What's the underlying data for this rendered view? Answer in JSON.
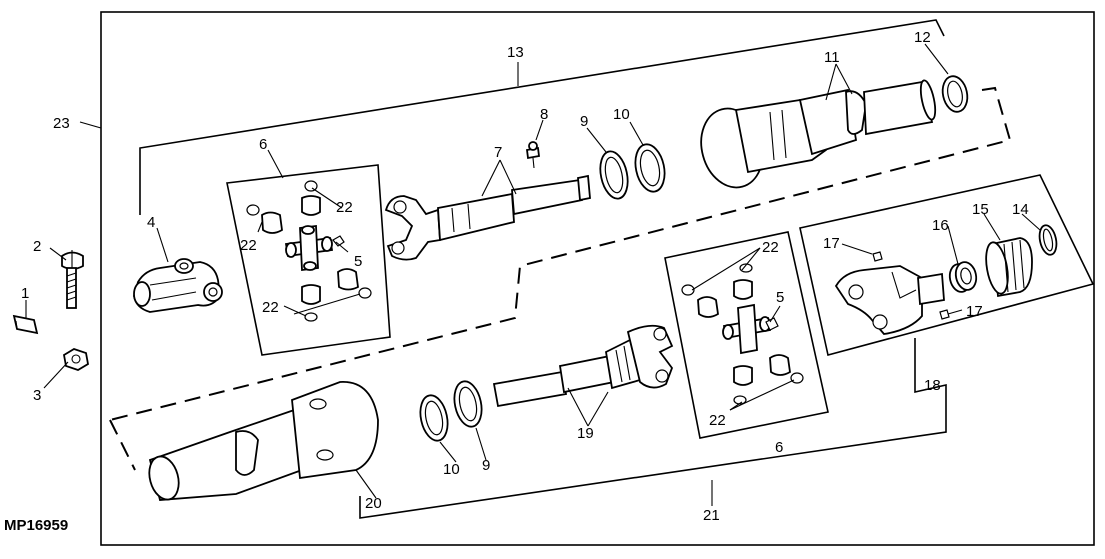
{
  "figure_code": "MP16959",
  "labels": {
    "l1": "1",
    "l2": "2",
    "l3": "3",
    "l4": "4",
    "l5a": "5",
    "l5b": "5",
    "l6a": "6",
    "l6b": "6",
    "l7": "7",
    "l8": "8",
    "l9a": "9",
    "l9b": "9",
    "l10a": "10",
    "l10b": "10",
    "l11": "11",
    "l12": "12",
    "l13": "13",
    "l14": "14",
    "l15": "15",
    "l16": "16",
    "l17a": "17",
    "l17b": "17",
    "l18": "18",
    "l19": "19",
    "l20": "20",
    "l21": "21",
    "l22a": "22",
    "l22b": "22",
    "l22c": "22",
    "l22d": "22",
    "l22e": "22",
    "l23": "23"
  },
  "icons": {
    "key": "key-part-icon",
    "bolt": "bolt-part-icon",
    "nut": "nut-part-icon",
    "yoke": "yoke-part-icon",
    "cross_kit": "cross-and-bearing-kit-icon",
    "shaft": "drive-shaft-icon",
    "shield": "guard-shield-icon",
    "ring": "retaining-ring-icon"
  }
}
